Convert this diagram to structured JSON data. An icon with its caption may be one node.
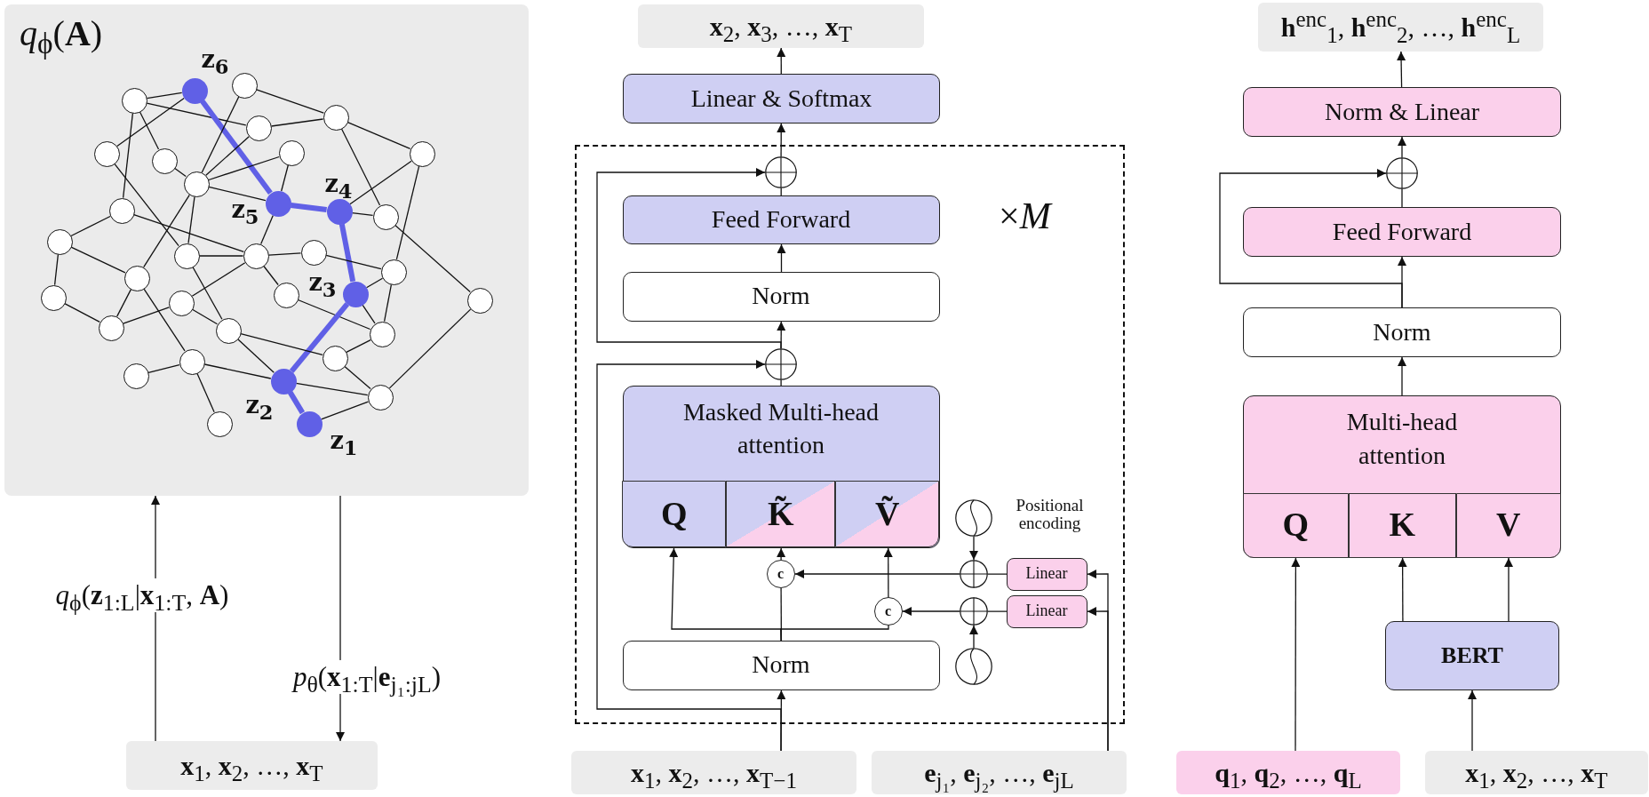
{
  "diagram": {
    "nodes": [
      {
        "text": [
          "*q*$_{ϕ}$(**A**)"
        ]
      },
      {
        "text": [],
        "shape": "circle",
        "in": 0
      },
      {
        "text": [],
        "shape": "circle",
        "in": 0,
        "beside": [
          "z$_{6}$"
        ]
      },
      {
        "text": [],
        "shape": "circle",
        "in": 0
      },
      {
        "text": [],
        "shape": "circle",
        "in": 0
      },
      {
        "text": [],
        "shape": "circle",
        "in": 0
      },
      {
        "text": [],
        "shape": "circle",
        "in": 0
      },
      {
        "text": [],
        "shape": "circle",
        "in": 0
      },
      {
        "text": [],
        "shape": "circle",
        "in": 0
      },
      {
        "text": [],
        "shape": "circle",
        "in": 0
      },
      {
        "text": [],
        "shape": "circle",
        "in": 0
      },
      {
        "text": [],
        "shape": "circle",
        "in": 0,
        "beside": [
          "z$_{5}$"
        ]
      },
      {
        "text": [],
        "shape": "circle",
        "in": 0,
        "beside": [
          "z$_{4}$"
        ]
      },
      {
        "text": [],
        "shape": "circle",
        "in": 0
      },
      {
        "text": [],
        "shape": "circle",
        "in": 0
      },
      {
        "text": [],
        "shape": "circle",
        "in": 0
      },
      {
        "text": [],
        "shape": "circle",
        "in": 0
      },
      {
        "text": [],
        "shape": "circle",
        "in": 0
      },
      {
        "text": [],
        "shape": "circle",
        "in": 0
      },
      {
        "text": [],
        "shape": "circle",
        "in": 0
      },
      {
        "text": [],
        "shape": "circle",
        "in": 0
      },
      {
        "text": [],
        "shape": "circle",
        "in": 0,
        "beside": [
          "z$_{3}$"
        ]
      },
      {
        "text": [],
        "shape": "circle",
        "in": 0
      },
      {
        "text": [],
        "shape": "circle",
        "in": 0
      },
      {
        "text": [],
        "shape": "circle",
        "in": 0
      },
      {
        "text": [],
        "shape": "circle",
        "in": 0
      },
      {
        "text": [],
        "shape": "circle",
        "in": 0
      },
      {
        "text": [],
        "shape": "circle",
        "in": 0
      },
      {
        "text": [],
        "shape": "circle",
        "in": 0
      },
      {
        "text": [],
        "shape": "circle",
        "in": 0
      },
      {
        "text": [],
        "shape": "circle",
        "in": 0
      },
      {
        "text": [],
        "shape": "circle",
        "in": 0
      },
      {
        "text": [],
        "shape": "circle",
        "in": 0,
        "beside": [
          "z$_{2}$"
        ]
      },
      {
        "text": [],
        "shape": "circle",
        "in": 0
      },
      {
        "text": [],
        "shape": "circle",
        "in": 0,
        "beside": [
          "z$_{1}$"
        ]
      },
      {
        "text": [],
        "shape": "circle",
        "in": 0
      },
      {
        "text": [
          "**x**$_{1}$, **x**$_{2}$, …, **x**$_{T}$"
        ]
      },
      {
        "text": [
          "**x**$_{2}$, **x**$_{3}$, …, **x**$_{T}$"
        ]
      },
      {
        "text": [
          "Linear & Softmax"
        ]
      },
      {
        "text": [
          "×*M*"
        ]
      },
      {
        "text": [],
        "shape": "circle",
        "in": 39
      },
      {
        "text": [
          "Feed Forward"
        ],
        "in": 39
      },
      {
        "text": [
          "Norm"
        ],
        "in": 39
      },
      {
        "text": [],
        "shape": "circle",
        "in": 39
      },
      {
        "text": [
          "Masked Multi-head attention"
        ],
        "in": 39
      },
      {
        "text": [
          "Q"
        ],
        "in": 44
      },
      {
        "text": [
          "K̃"
        ],
        "in": 44
      },
      {
        "text": [
          "Ṽ"
        ],
        "in": 44
      },
      {
        "text": [
          "c"
        ],
        "in": 39
      },
      {
        "text": [
          "c"
        ],
        "in": 39
      },
      {
        "text": [],
        "shape": "circle",
        "in": 39
      },
      {
        "text": [],
        "shape": "circle",
        "in": 39
      },
      {
        "text": [
          "Linear"
        ],
        "in": 39
      },
      {
        "text": [
          "Linear"
        ],
        "in": 39
      },
      {
        "text": [],
        "shape": "circle",
        "in": 39,
        "beside": [
          "Positional encoding"
        ]
      },
      {
        "text": [],
        "shape": "circle",
        "in": 39
      },
      {
        "text": [
          "Norm"
        ],
        "in": 39
      },
      {
        "text": [
          "**x**$_{1}$, **x**$_{2}$, …, **x**$_{T−1}$"
        ]
      },
      {
        "text": [
          "**e**$_{j₁}$, **e**$_{j₂}$, …, **e**$_{jL}$"
        ]
      },
      {
        "text": [
          "**h**$^{enc}$$_{1}$, **h**$^{enc}$$_{2}$, …, **h**$^{enc}$$_{L}$"
        ]
      },
      {
        "text": [
          "Norm & Linear"
        ]
      },
      {
        "text": [],
        "shape": "circle"
      },
      {
        "text": [
          "Feed Forward"
        ]
      },
      {
        "text": [
          "Norm"
        ]
      },
      {
        "text": [
          "Multi-head attention"
        ]
      },
      {
        "text": [
          "Q"
        ],
        "in": 64
      },
      {
        "text": [
          "K"
        ],
        "in": 64
      },
      {
        "text": [
          "V"
        ],
        "in": 64
      },
      {
        "text": [
          "BERT"
        ]
      },
      {
        "text": [
          "**q**$_{1}$, **q**$_{2}$, …, **q**$_{L}$"
        ]
      },
      {
        "text": [
          "**x**$_{1}$, **x**$_{2}$, …, **x**$_{T}$"
        ]
      }
    ],
    "edges": [
      {
        "from": 36,
        "to": 0,
        "arrow": "to",
        "label": "*q*$_{ϕ}$(**z**$_{1:L}$|**x**$_{1:T}$, **A**)"
      },
      {
        "from": 0,
        "to": 36,
        "arrow": "to",
        "label": "*p*$_{θ}$(**x**$_{1:T}$|**e**$_{j₁:jL}$)"
      },
      {
        "from": 1,
        "to": 2,
        "arrow": "none"
      },
      {
        "from": 1,
        "to": 4,
        "arrow": "none"
      },
      {
        "from": 1,
        "to": 14,
        "arrow": "none"
      },
      {
        "from": 1,
        "to": 7,
        "arrow": "none"
      },
      {
        "from": 2,
        "to": 6,
        "arrow": "none"
      },
      {
        "from": 2,
        "to": 11,
        "arrow": "none",
        "style": "thick",
        "color": "#6060e6"
      },
      {
        "from": 3,
        "to": 10,
        "arrow": "none"
      },
      {
        "from": 3,
        "to": 5,
        "arrow": "none"
      },
      {
        "from": 4,
        "to": 5,
        "arrow": "none"
      },
      {
        "from": 4,
        "to": 10,
        "arrow": "none"
      },
      {
        "from": 8,
        "to": 10,
        "arrow": "none"
      },
      {
        "from": 7,
        "to": 10,
        "arrow": "none"
      },
      {
        "from": 10,
        "to": 11,
        "arrow": "none"
      },
      {
        "from": 8,
        "to": 11,
        "arrow": "none"
      },
      {
        "from": 5,
        "to": 13,
        "arrow": "none"
      },
      {
        "from": 5,
        "to": 9,
        "arrow": "none"
      },
      {
        "from": 9,
        "to": 12,
        "arrow": "none"
      },
      {
        "from": 9,
        "to": 19,
        "arrow": "none"
      },
      {
        "from": 11,
        "to": 12,
        "arrow": "none",
        "style": "thick",
        "color": "#6060e6"
      },
      {
        "from": 12,
        "to": 13,
        "arrow": "none"
      },
      {
        "from": 12,
        "to": 21,
        "arrow": "none",
        "style": "thick",
        "color": "#6060e6"
      },
      {
        "from": 11,
        "to": 17,
        "arrow": "none"
      },
      {
        "from": 10,
        "to": 16,
        "arrow": "none"
      },
      {
        "from": 10,
        "to": 20,
        "arrow": "none"
      },
      {
        "from": 6,
        "to": 16,
        "arrow": "none"
      },
      {
        "from": 14,
        "to": 15,
        "arrow": "none"
      },
      {
        "from": 14,
        "to": 17,
        "arrow": "none"
      },
      {
        "from": 20,
        "to": 30,
        "arrow": "none"
      },
      {
        "from": 15,
        "to": 20,
        "arrow": "none"
      },
      {
        "from": 15,
        "to": 23,
        "arrow": "none"
      },
      {
        "from": 23,
        "to": 26,
        "arrow": "none"
      },
      {
        "from": 20,
        "to": 26,
        "arrow": "none"
      },
      {
        "from": 17,
        "to": 16,
        "arrow": "none"
      },
      {
        "from": 17,
        "to": 18,
        "arrow": "none"
      },
      {
        "from": 17,
        "to": 24,
        "arrow": "none"
      },
      {
        "from": 17,
        "to": 22,
        "arrow": "none"
      },
      {
        "from": 18,
        "to": 19,
        "arrow": "none"
      },
      {
        "from": 19,
        "to": 21,
        "arrow": "none"
      },
      {
        "from": 19,
        "to": 28,
        "arrow": "none"
      },
      {
        "from": 13,
        "to": 25,
        "arrow": "none"
      },
      {
        "from": 22,
        "to": 28,
        "arrow": "none"
      },
      {
        "from": 21,
        "to": 28,
        "arrow": "none"
      },
      {
        "from": 21,
        "to": 32,
        "arrow": "none",
        "style": "thick",
        "color": "#6060e6"
      },
      {
        "from": 24,
        "to": 26,
        "arrow": "none"
      },
      {
        "from": 24,
        "to": 27,
        "arrow": "none"
      },
      {
        "from": 27,
        "to": 29,
        "arrow": "none"
      },
      {
        "from": 27,
        "to": 32,
        "arrow": "none"
      },
      {
        "from": 29,
        "to": 28,
        "arrow": "none"
      },
      {
        "from": 29,
        "to": 33,
        "arrow": "none"
      },
      {
        "from": 30,
        "to": 31,
        "arrow": "none"
      },
      {
        "from": 30,
        "to": 32,
        "arrow": "none"
      },
      {
        "from": 30,
        "to": 35,
        "arrow": "none"
      },
      {
        "from": 32,
        "to": 33,
        "arrow": "none"
      },
      {
        "from": 32,
        "to": 34,
        "arrow": "none",
        "style": "thick",
        "color": "#6060e6"
      },
      {
        "from": 34,
        "to": 33,
        "arrow": "none"
      },
      {
        "from": 33,
        "to": 25,
        "arrow": "none"
      },
      {
        "from": 16,
        "to": 27,
        "arrow": "none"
      },
      {
        "from": 57,
        "to": 56,
        "arrow": "to"
      },
      {
        "from": 57,
        "to": 43,
        "arrow": "to"
      },
      {
        "from": 56,
        "to": 45,
        "arrow": "to"
      },
      {
        "from": 56,
        "to": 48,
        "arrow": "none"
      },
      {
        "from": 56,
        "to": 49,
        "arrow": "none"
      },
      {
        "from": 48,
        "to": 46,
        "arrow": "to"
      },
      {
        "from": 49,
        "to": 47,
        "arrow": "to"
      },
      {
        "from": 52,
        "to": 50,
        "arrow": "none"
      },
      {
        "from": 50,
        "to": 48,
        "arrow": "to"
      },
      {
        "from": 53,
        "to": 51,
        "arrow": "none"
      },
      {
        "from": 51,
        "to": 49,
        "arrow": "to"
      },
      {
        "from": 54,
        "to": 50,
        "arrow": "to"
      },
      {
        "from": 55,
        "to": 51,
        "arrow": "to"
      },
      {
        "from": 58,
        "to": 52,
        "arrow": "to"
      },
      {
        "from": 58,
        "to": 53,
        "arrow": "to"
      },
      {
        "from": 44,
        "to": 43,
        "arrow": "none"
      },
      {
        "from": 43,
        "to": 42,
        "arrow": "to"
      },
      {
        "from": 43,
        "to": 40,
        "arrow": "to"
      },
      {
        "from": 42,
        "to": 41,
        "arrow": "to"
      },
      {
        "from": 41,
        "to": 40,
        "arrow": "none"
      },
      {
        "from": 40,
        "to": 38,
        "arrow": "to"
      },
      {
        "from": 38,
        "to": 37,
        "arrow": "to"
      },
      {
        "from": 70,
        "to": 68,
        "arrow": "to"
      },
      {
        "from": 68,
        "to": 66,
        "arrow": "to"
      },
      {
        "from": 68,
        "to": 67,
        "arrow": "to"
      },
      {
        "from": 69,
        "to": 65,
        "arrow": "to"
      },
      {
        "from": 64,
        "to": 63,
        "arrow": "to"
      },
      {
        "from": 63,
        "to": 62,
        "arrow": "to"
      },
      {
        "from": 63,
        "to": 61,
        "arrow": "to"
      },
      {
        "from": 62,
        "to": 61,
        "arrow": "none"
      },
      {
        "from": 61,
        "to": 60,
        "arrow": "to"
      },
      {
        "from": 60,
        "to": 59,
        "arrow": "to"
      }
    ]
  }
}
